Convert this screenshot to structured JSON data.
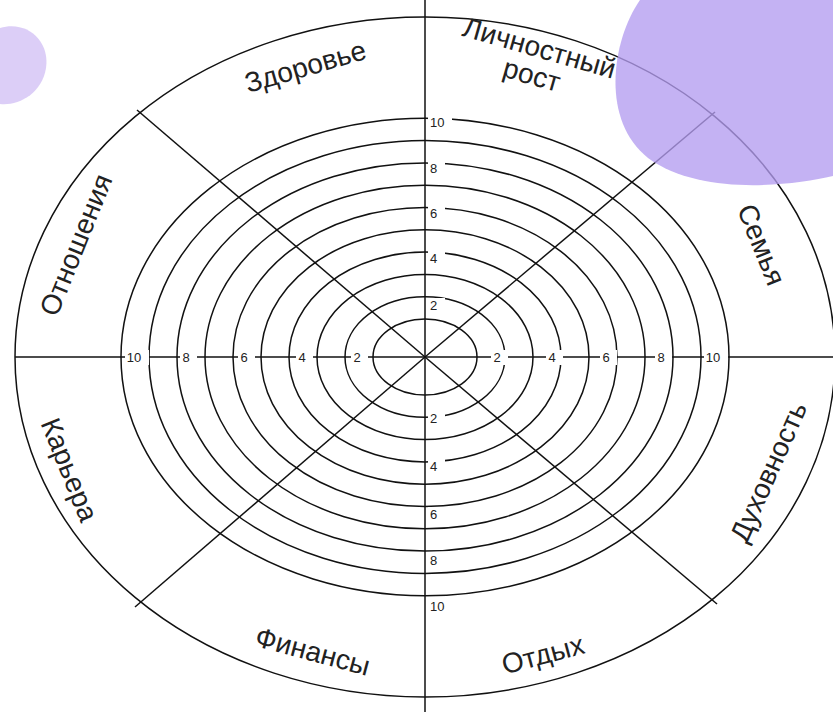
{
  "diagram": {
    "labels": [
      "Здоровье",
      "Личностный рост",
      "Семья",
      "Духовность",
      "Отдых",
      "Финансы",
      "Карьера",
      "Отношения",
      "10",
      "8",
      "6",
      "4",
      "2",
      "10",
      "8",
      "6",
      "4",
      "2",
      "2",
      "4",
      "6",
      "8",
      "10",
      "2",
      "4",
      "6",
      "8",
      "10"
    ]
  }
}
